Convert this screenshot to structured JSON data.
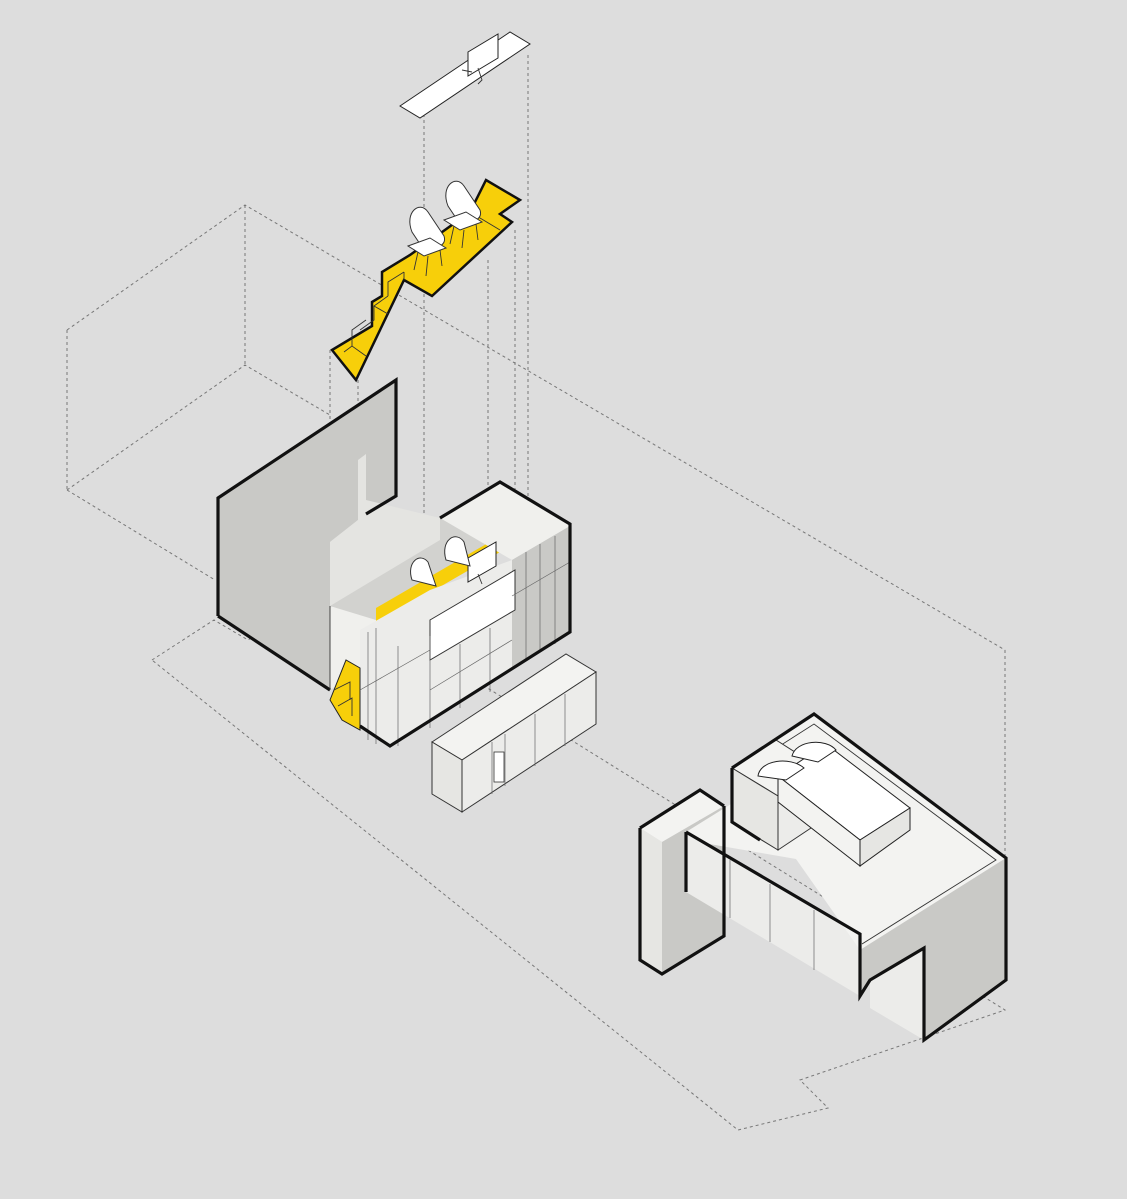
{
  "palette": {
    "background": "#dddddd",
    "floor": "#ffffff",
    "wall_light": "#f3f3f1",
    "wall_mid": "#e6e6e3",
    "wall_shade": "#c6c6c3",
    "accent_yellow": "#f7cf0a",
    "outline": "#111111"
  },
  "components": [
    {
      "id": "shelf",
      "icon": "wall-shelf-with-monitor-icon"
    },
    {
      "id": "loft-desk",
      "icon": "yellow-loft-desk-with-chairs-icon"
    },
    {
      "id": "stair-volume",
      "icon": "stair-wall-volume-icon"
    },
    {
      "id": "sideboard",
      "icon": "low-cabinet-icon"
    },
    {
      "id": "bed-unit",
      "icon": "raised-bed-platform-icon"
    },
    {
      "id": "apartment-shell",
      "icon": "dashed-room-outline-icon"
    }
  ]
}
